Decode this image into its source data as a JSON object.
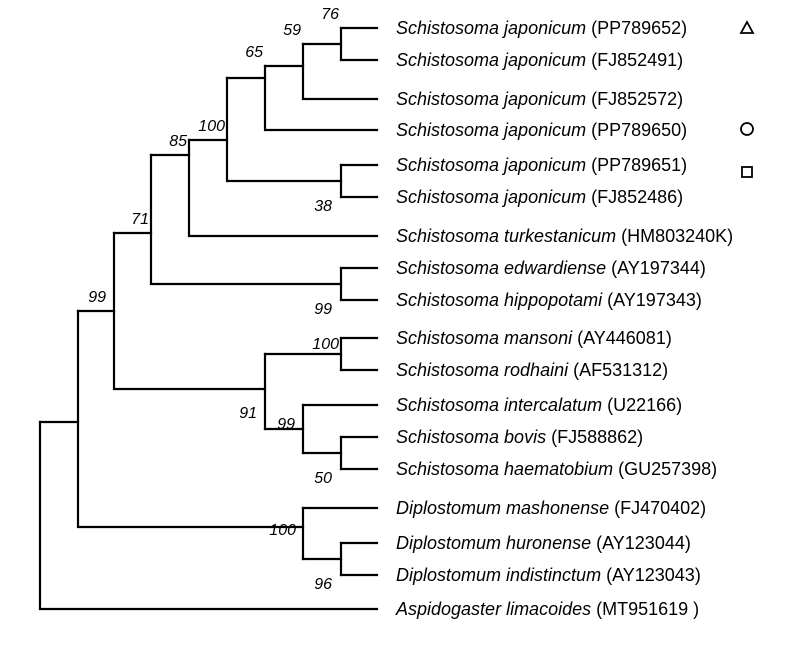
{
  "tree": {
    "taxa": [
      {
        "genus": "Schistosoma japonicum",
        "accession": "(PP789652)",
        "marker": "triangle-icon"
      },
      {
        "genus": "Schistosoma japonicum",
        "accession": "(FJ852491)",
        "marker": ""
      },
      {
        "genus": "Schistosoma japonicum",
        "accession": "(FJ852572)",
        "marker": ""
      },
      {
        "genus": "Schistosoma japonicum",
        "accession": "(PP789650)",
        "marker": "circle-icon"
      },
      {
        "genus": "Schistosoma japonicum",
        "accession": "(PP789651)",
        "marker": "square-icon"
      },
      {
        "genus": "Schistosoma japonicum",
        "accession": "(FJ852486)",
        "marker": ""
      },
      {
        "genus": "Schistosoma turkestanicum",
        "accession": "(HM803240K)",
        "marker": ""
      },
      {
        "genus": "Schistosoma edwardiense",
        "accession": "(AY197344)",
        "marker": ""
      },
      {
        "genus": "Schistosoma hippopotami",
        "accession": "(AY197343)",
        "marker": ""
      },
      {
        "genus": "Schistosoma mansoni",
        "accession": "(AY446081)",
        "marker": ""
      },
      {
        "genus": "Schistosoma rodhaini",
        "accession": "(AF531312)",
        "marker": ""
      },
      {
        "genus": "Schistosoma intercalatum",
        "accession": "(U22166)",
        "marker": ""
      },
      {
        "genus": "Schistosoma bovis",
        "accession": "(FJ588862)",
        "marker": ""
      },
      {
        "genus": "Schistosoma haematobium",
        "accession": "(GU257398)",
        "marker": ""
      },
      {
        "genus": "Diplostomum mashonense",
        "accession": "(FJ470402)",
        "marker": ""
      },
      {
        "genus": "Diplostomum huronense",
        "accession": "(AY123044)",
        "marker": ""
      },
      {
        "genus": "Diplostomum indistinctum",
        "accession": "(AY123043)",
        "marker": ""
      },
      {
        "genus": "Aspidogaster limacoides",
        "accession": "(MT951619 )",
        "marker": ""
      }
    ],
    "support_values": [
      "76",
      "59",
      "65",
      "100",
      "38",
      "85",
      "71",
      "99",
      "99",
      "100",
      "91",
      "99",
      "50",
      "100",
      "96"
    ]
  }
}
